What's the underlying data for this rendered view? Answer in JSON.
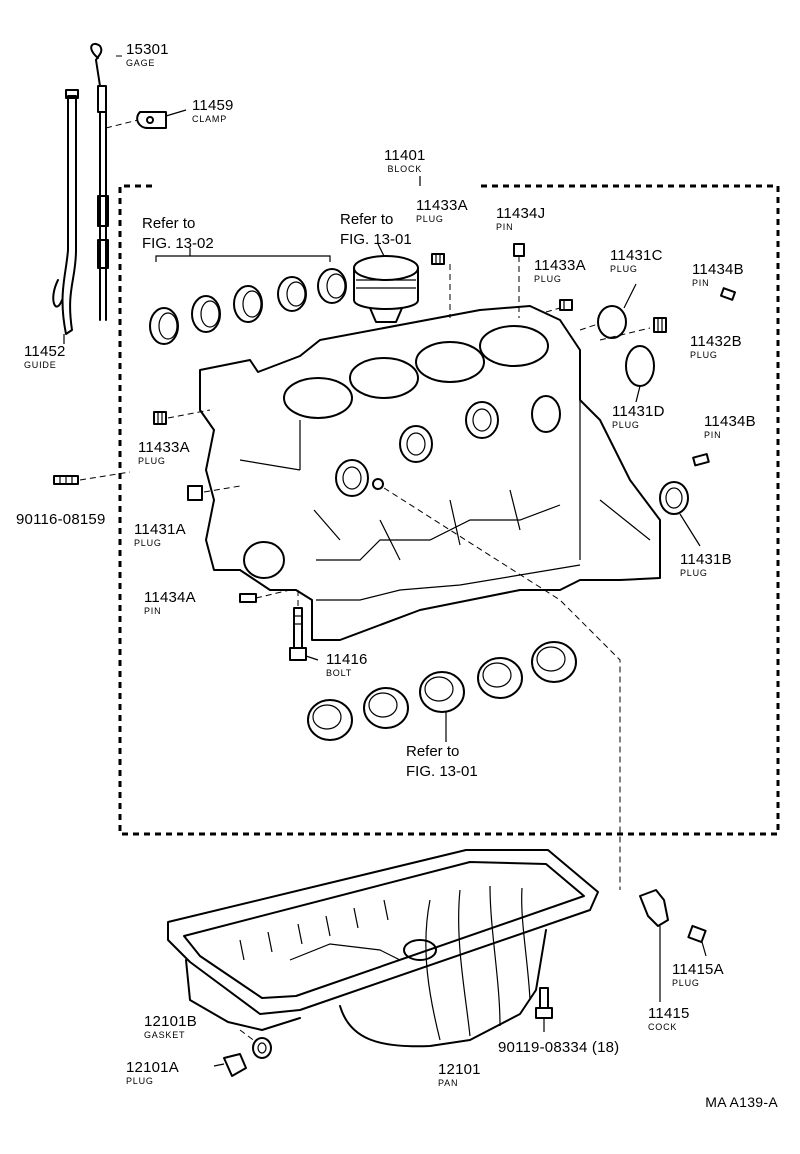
{
  "parts": [
    {
      "id": "gage",
      "number": "15301",
      "name": "GAGE"
    },
    {
      "id": "clamp",
      "number": "11459",
      "name": "CLAMP"
    },
    {
      "id": "block",
      "number": "11401",
      "name": "BLOCK"
    },
    {
      "id": "plug-11433a-top",
      "number": "11433A",
      "name": "PLUG"
    },
    {
      "id": "pin-11434j",
      "number": "11434J",
      "name": "PIN"
    },
    {
      "id": "plug-11433a-mid",
      "number": "11433A",
      "name": "PLUG"
    },
    {
      "id": "plug-11431c",
      "number": "11431C",
      "name": "PLUG"
    },
    {
      "id": "pin-11434b-top",
      "number": "11434B",
      "name": "PIN"
    },
    {
      "id": "plug-11432b",
      "number": "11432B",
      "name": "PLUG"
    },
    {
      "id": "guide",
      "number": "11452",
      "name": "GUIDE"
    },
    {
      "id": "plug-11433a-left",
      "number": "11433A",
      "name": "PLUG"
    },
    {
      "id": "plug-11431d",
      "number": "11431D",
      "name": "PLUG"
    },
    {
      "id": "pin-11434b-right",
      "number": "11434B",
      "name": "PIN"
    },
    {
      "id": "stud-90116",
      "number": "90116-08159",
      "name": ""
    },
    {
      "id": "plug-11431a",
      "number": "11431A",
      "name": "PLUG"
    },
    {
      "id": "plug-11431b",
      "number": "11431B",
      "name": "PLUG"
    },
    {
      "id": "pin-11434a",
      "number": "11434A",
      "name": "PIN"
    },
    {
      "id": "bolt",
      "number": "11416",
      "name": "BOLT"
    },
    {
      "id": "gasket",
      "number": "12101B",
      "name": "GASKET"
    },
    {
      "id": "plug-12101a",
      "number": "12101A",
      "name": "PLUG"
    },
    {
      "id": "pan",
      "number": "12101",
      "name": "PAN"
    },
    {
      "id": "bolt-90119",
      "number": "90119-08334 (18)",
      "name": ""
    },
    {
      "id": "cock",
      "number": "11415",
      "name": "COCK"
    },
    {
      "id": "plug-11415a",
      "number": "11415A",
      "name": "PLUG"
    }
  ],
  "references": [
    {
      "id": "ref-bearings",
      "line1": "Refer to",
      "line2": "FIG. 13-02"
    },
    {
      "id": "ref-piston",
      "line1": "Refer to",
      "line2": "FIG. 13-01"
    },
    {
      "id": "ref-lower",
      "line1": "Refer to",
      "line2": "FIG. 13-01"
    }
  ],
  "figure_code": "MA A139-A"
}
